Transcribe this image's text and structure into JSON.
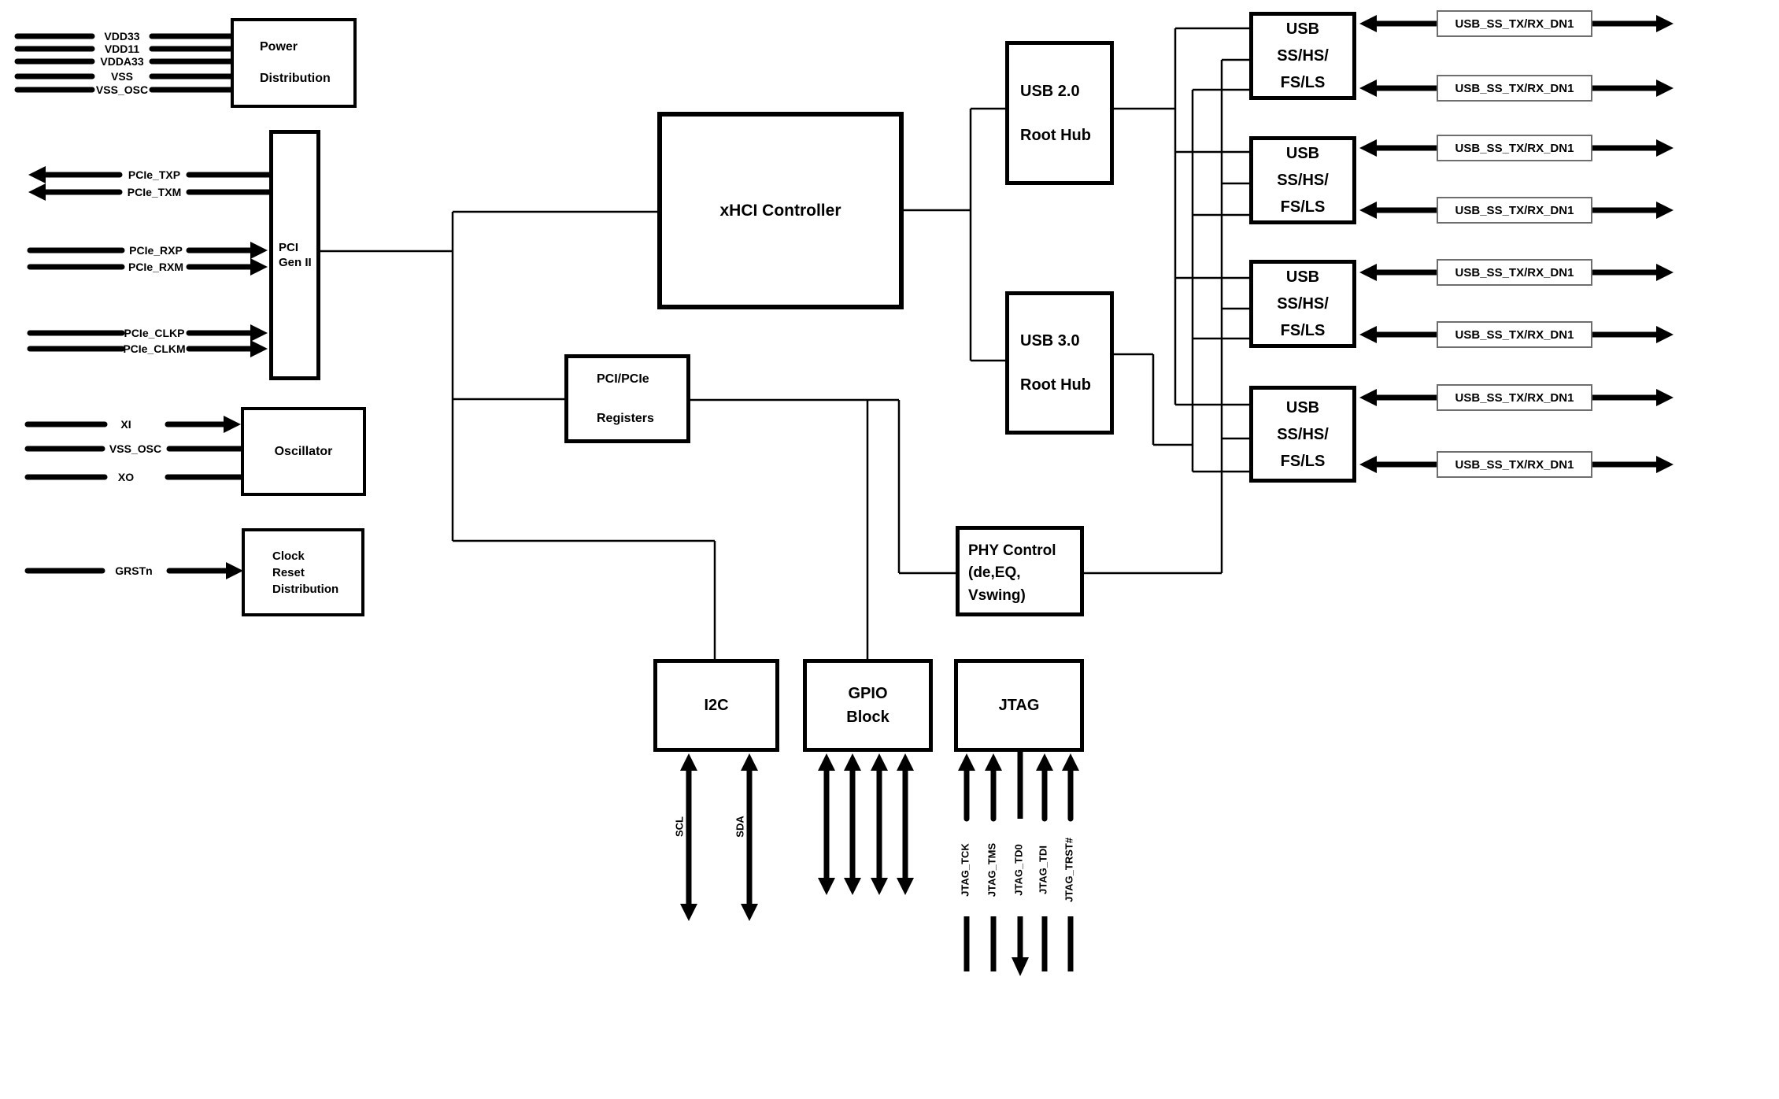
{
  "blocks": {
    "power_distribution": "Power\nDistribution",
    "pci_gen2": "PCI\nGen II",
    "oscillator": "Oscillator",
    "clock_reset_distribution": "Clock\nReset\nDistribution",
    "xhci_controller": "xHCI Controller",
    "pci_pcie_registers": "PCI/PCIe\nRegisters",
    "usb2_root_hub": "USB 2.0\nRoot Hub",
    "usb3_root_hub": "USB 3.0\nRoot Hub",
    "phy_control": "PHY Control\n(de,EQ,\nVswing)",
    "i2c": "I2C",
    "gpio_block": "GPIO\nBlock",
    "jtag": "JTAG",
    "usb_phy": "USB\nSS/HS/\nFS/LS"
  },
  "signals": {
    "power": [
      "VDD33",
      "VDD11",
      "VDDA33",
      "VSS",
      "VSS_OSC"
    ],
    "pcie": [
      "PCIe_TXP",
      "PCIe_TXM",
      "PCIe_RXP",
      "PCIe_RXM",
      "PCIe_CLKP",
      "PCIe_CLKM"
    ],
    "oscillator": [
      "XI",
      "VSS_OSC",
      "XO"
    ],
    "reset": [
      "GRSTn"
    ],
    "i2c": [
      "SCL",
      "SDA"
    ],
    "jtag": [
      "JTAG_TCK",
      "JTAG_TMS",
      "JTAG_TD0",
      "JTAG_TDI",
      "JTAG_TRST#"
    ],
    "usb_port": "USB_SS_TX/RX_DN1"
  },
  "colors": {
    "line": "#000000",
    "background": "#ffffff",
    "port_label_border": "#6e6e6e"
  }
}
